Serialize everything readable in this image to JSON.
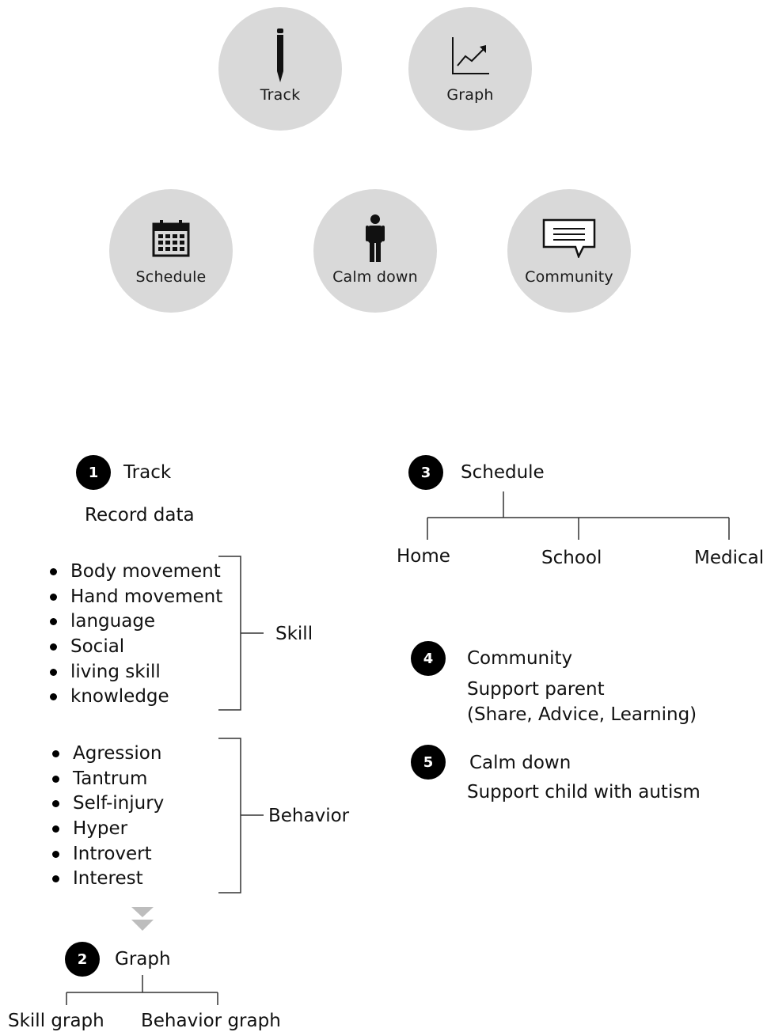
{
  "icons": [
    {
      "id": "track",
      "label": "Track",
      "icon": "pencil-icon"
    },
    {
      "id": "graph",
      "label": "Graph",
      "icon": "line-graph-icon"
    },
    {
      "id": "schedule",
      "label": "Schedule",
      "icon": "calendar-icon"
    },
    {
      "id": "calm",
      "label": "Calm down",
      "icon": "person-icon"
    },
    {
      "id": "community",
      "label": "Community",
      "icon": "speech-bubble-icon"
    }
  ],
  "track": {
    "number": "1",
    "title": "Track",
    "subtitle": "Record data",
    "skill": {
      "label": "Skill",
      "items": [
        "Body movement",
        "Hand movement",
        "language",
        "Social",
        "living skill",
        "knowledge"
      ]
    },
    "behavior": {
      "label": "Behavior",
      "items": [
        "Agression",
        "Tantrum",
        "Self-injury",
        "Hyper",
        "Introvert",
        "Interest"
      ]
    }
  },
  "graph": {
    "number": "2",
    "title": "Graph",
    "children": [
      "Skill graph",
      "Behavior graph"
    ]
  },
  "schedule": {
    "number": "3",
    "title": "Schedule",
    "children": [
      "Home",
      "School",
      "Medical"
    ]
  },
  "community": {
    "number": "4",
    "title": "Community",
    "line1": "Support parent",
    "line2": "(Share, Advice, Learning)"
  },
  "calm": {
    "number": "5",
    "title": "Calm down",
    "line1": "Support child with autism"
  },
  "colors": {
    "circle": "#d9d9d9",
    "badge": "#000000",
    "arrow": "#bdbdbd",
    "line": "#333333"
  }
}
